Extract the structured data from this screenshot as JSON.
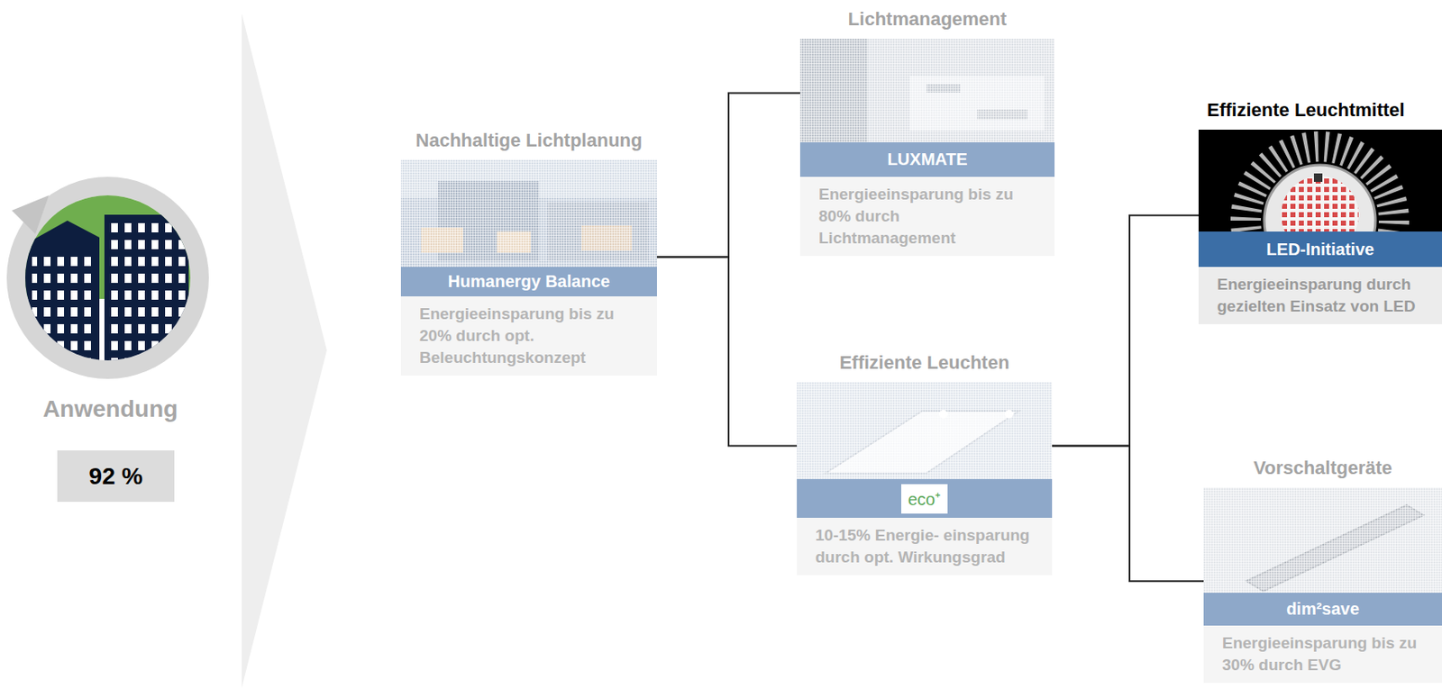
{
  "diagram": {
    "nodes": [
      {
        "text": [
          "92 %"
        ]
      },
      {
        "text": [
          "Nachhaltige Lichtplanung",
          "Humanergy Balance",
          "Energieeinsparung bis zu 20% durch opt. Beleuchtungskonzept"
        ]
      },
      {
        "text": [
          "Lichtmanagement",
          "LUXMATE",
          "Energieeinsparung bis zu 80% durch Lichtmanagement"
        ]
      },
      {
        "text": [
          "Effiziente Leuchten",
          "eco⁺",
          "10-15% Energie- einsparung durch opt. Wirkungsgrad"
        ]
      },
      {
        "text": [
          "Effiziente Leuchtmittel",
          "LED-Initiative",
          "Energieeinsparung durch gezielten Einsatz von LED"
        ]
      },
      {
        "text": [
          "Vorschaltgeräte",
          "dim²save",
          "Energieeinsparung bis zu 30% durch EVG"
        ]
      }
    ],
    "edges": [
      {
        "from": 1,
        "to": 2,
        "arrow": "none"
      },
      {
        "from": 1,
        "to": 3,
        "arrow": "none"
      },
      {
        "from": 3,
        "to": 4,
        "arrow": "none"
      },
      {
        "from": 3,
        "to": 5,
        "arrow": "none"
      }
    ],
    "labels": [
      "Anwendung"
    ]
  }
}
